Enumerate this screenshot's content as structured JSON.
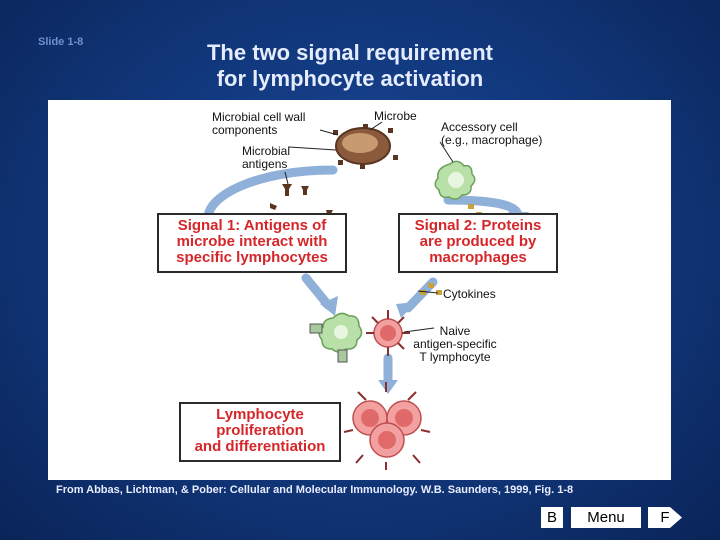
{
  "slide_label": "Slide 1-8",
  "title": {
    "line1": "The two signal requirement",
    "line2": "for lymphocyte activation"
  },
  "diagram": {
    "labels": {
      "microbial_cell_wall": "Microbial cell wall components",
      "microbe": "Microbe",
      "accessory_cell_1": "Accessory cell",
      "accessory_cell_2": "(e.g., macrophage)",
      "microbial_antigens": "Microbial antigens",
      "cytokines": "Cytokines",
      "naive_1": "Naive",
      "naive_2": "antigen-specific",
      "naive_3": "T lymphocyte"
    },
    "boxes": {
      "signal1": [
        "Signal 1: Antigens of",
        "microbe interact with",
        "specific lymphocytes"
      ],
      "signal2": [
        "Signal 2: Proteins",
        "are produced by",
        "macrophages"
      ],
      "proliferation": [
        "Lymphocyte",
        "proliferation",
        "and differentiation"
      ]
    },
    "colors": {
      "box_text": "#d6262a",
      "arrow": "#8fb0d8",
      "microbe": "#8b5a3c",
      "macrophage": "#b8e0a8",
      "lymphocyte": "#f2a0a0"
    }
  },
  "credit": "From Abbas, Lichtman, & Pober: Cellular and Molecular Immunology. W.B. Saunders, 1999, Fig. 1-8",
  "nav": {
    "back": "B",
    "menu": "Menu",
    "forward": "F"
  }
}
